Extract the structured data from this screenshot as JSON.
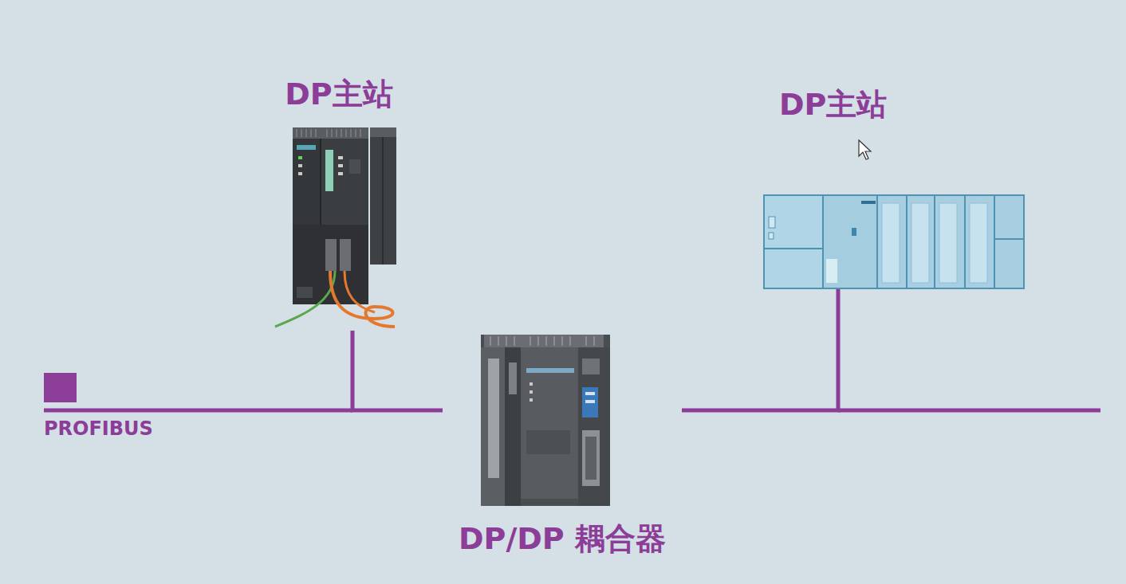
{
  "diagram": {
    "nodes": [
      {
        "text": [
          "DP主站"
        ]
      },
      {
        "text": [
          "DP主站"
        ]
      },
      {
        "text": [
          "DP/DP 耦合器"
        ]
      }
    ],
    "edges": [
      {
        "from": 0,
        "to": 2,
        "arrow": "none"
      },
      {
        "from": 2,
        "to": 1,
        "arrow": "none"
      }
    ],
    "labels": [
      "PROFIBUS"
    ]
  }
}
